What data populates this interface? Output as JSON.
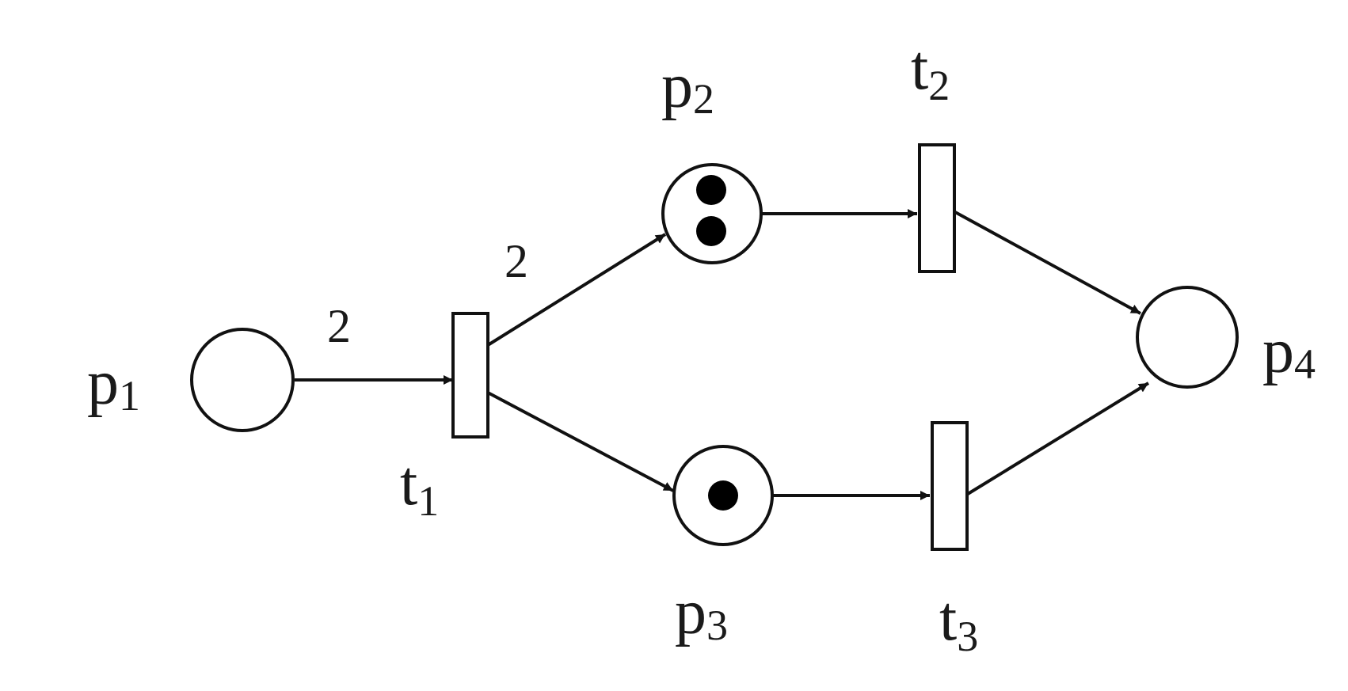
{
  "places": [
    {
      "id": "p1",
      "base": "p",
      "sub": "1",
      "tokens": 0
    },
    {
      "id": "p2",
      "base": "p",
      "sub": "2",
      "tokens": 2
    },
    {
      "id": "p3",
      "base": "p",
      "sub": "3",
      "tokens": 1
    },
    {
      "id": "p4",
      "base": "p",
      "sub": "4",
      "tokens": 0
    }
  ],
  "transitions": [
    {
      "id": "t1",
      "base": "t",
      "sub": "1"
    },
    {
      "id": "t2",
      "base": "t",
      "sub": "2"
    },
    {
      "id": "t3",
      "base": "t",
      "sub": "3"
    }
  ],
  "arcs": [
    {
      "id": "p1-t1",
      "from": "p1",
      "to": "t1",
      "weight": "2"
    },
    {
      "id": "t1-p2",
      "from": "t1",
      "to": "p2",
      "weight": "2"
    },
    {
      "id": "t1-p3",
      "from": "t1",
      "to": "p3",
      "weight": ""
    },
    {
      "id": "p2-t2",
      "from": "p2",
      "to": "t2",
      "weight": ""
    },
    {
      "id": "p3-t3",
      "from": "p3",
      "to": "t3",
      "weight": ""
    },
    {
      "id": "t2-p4",
      "from": "t2",
      "to": "p4",
      "weight": ""
    },
    {
      "id": "t3-p4",
      "from": "t3",
      "to": "p4",
      "weight": ""
    }
  ]
}
